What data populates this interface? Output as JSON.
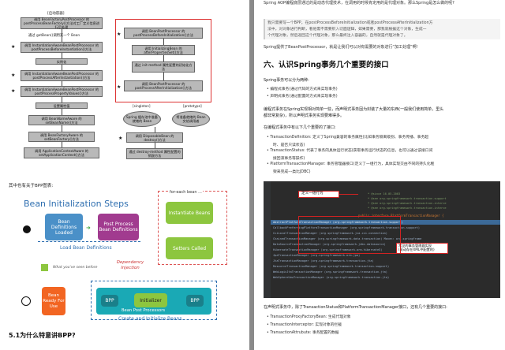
{
  "left": {
    "flow_top": "[启动容器]",
    "flow_left": [
      "调用 BeanFactoryPostProcessor 的 postProcessBeanFactory()方法对工厂定义信息进行后处理",
      "通过 getBean()调用某一个 Bean",
      "调用 InstantiationAwareBeanPostProcessor 的 postProcessBeforeInstantiation()方法",
      "实例化",
      "调用 InstantiationAwareBeanPostProcessor 的 postProcessAfterInstantiation()方法",
      "调用 InstantiationAwareBeanPostProcessor 的 postProcessPropertyValues()方法",
      "设置属性值",
      "调用 BeanNameAware 的 setBeanName()方法",
      "调用 BeanFactoryAware 的 setBeanFactory()方法",
      "调用 ApplicationContextAware 的 setApplicationContext()方法"
    ],
    "flow_right": [
      "调用 BeanPostProcessor 的 postProcessBeforeInitialization()方法",
      "调用 InitializingBean 的 afterPropertiesSet()方法",
      "通过 init-method 属性配置的初始化方法",
      "调用 BeanPostProcessor 的 postProcessAfterInitialization()方法"
    ],
    "singleton_label": "[singleton]",
    "prototype_label": "[prototype]",
    "oval_spring": "Spring 缓存池中准备就绪的 Bean",
    "oval_prototype": "将准备就绪的 Bean 交给调用者",
    "destroy_steps": [
      "调用 DisposableBean 的 destroy()方法",
      "通过 destroy-method 属性配置的销毁方法"
    ],
    "caption": "其中也有关于BPP图表:",
    "diagram": {
      "title": "Bean Initialization Steps",
      "for_each_bean": "for-each bean ...",
      "bean_definitions_loaded": "Bean Definitions Loaded",
      "post_process_bean_definitions": "Post Process Bean Definitions",
      "instantiate_beans": "Instantiate Beans",
      "load_bean_definitions": "Load Bean Definitions",
      "dependency_injection": "Dependency Injection",
      "setters_called": "Setters Called",
      "legend_note": "What you've seen before",
      "bean_ready": "Bean Ready For Use",
      "bpp": "BPP",
      "initializer": "Initializer",
      "bean_post_processors": "Bean Post Processors",
      "create_and_initialize": "Create and Initialize Beans"
    },
    "section_heading": "5.1为什么特意讲BPP?"
  },
  "right": {
    "intro": "Spring AOP编程底层通过的是动态代理技术，在调用的时候肯定用的是代理对象。那么Spring是怎么做的呢?",
    "quote": [
      "我只需要写一个BPP，在postProcessBeforeInitialization或者postProcessAfterInitialization方",
      "法中，对对象进行判断，看他需不需要织入切面逻辑，如果需要，那我就根据这个对象，生成一",
      "个代理对象，然后返回这个代理对象，那么最终注入容器的，自然就是代理对象了。"
    ],
    "summary": "Spring提供了BeanPostProcessor，就是让我们可以对有需要的对象进行“加工处理”啊!",
    "heading": "六、认识Spring事务几个重要的接口",
    "p_two_kinds": "Spring事务可以分为两种:",
    "kinds": [
      "编程式事务(通过代码的方式来实现事务)",
      "声明式事务(通过配置的方式来实现事务)"
    ],
    "p_impl": [
      "编程式事务在Spring实现相对简单一些，而声明式事务因为封装了大量的东西(一般我们使用简单，里头",
      "都非常复杂)，所以声明式事务实现要难得多。"
    ],
    "p_interfaces": "在编程式事务中有以下几个重要的了接口:",
    "interfaces": [
      "TransactionDefinition: 定义了Spring兼容的事务属性(比如事务隔离级别、事务传播、事务超",
      "时、是否只读状态)",
      "TransactionStatus: 代表了事务的具体运行状态(获取事务运行状态的信息，也可以通过该接口间",
      "接回滚事务等操作)",
      "PlatformTransactionManager: 事务管理器接口(定义了一组行为，具体实现交由不同的持久化框",
      "架来完成---类比JDBC)"
    ],
    "ide_callout_1": "定义一组行为",
    "ide_callout_2": "常见的事务管理器实现\n(驱动存在XML中配置的)",
    "ide_code": [
      "* @since 16.05.2003",
      "* @see org.springframework.transaction.support",
      "* @see org.springframework.transaction.interce",
      "* @see org.springframework.transaction.interce",
      "public interface PlatformTransactionManager {",
      "AbstractPlatformTransactionManager (org.springframework.transaction.support)",
      "CallbackPreferringPlatformTransactionManager (org.springframework.transaction.support)",
      "CciLocalTransactionManager (org.springframework.jca.cci.connection)",
      "ChainedTransactionManager (org.springframework.data.transaction) Maven: org.springframe",
      "DataSourceTransactionManager (org.springframework.jdbc.datasource)",
      "HibernateTransactionManager (org.springframework.orm.hibernate5)",
      "JpaTransactionManager (org.springframework.orm.jpa)",
      "JtaTransactionManager (org.springframework.transaction.jta)",
      "ResourceTransactionManager (org.springframework.transaction.support)",
      "WebLogicJtaTransactionManager (org.springframework.transaction.jta)",
      "WebSphereUowTransactionManager (org.springframework.transaction.jta)"
    ],
    "p_declarative": "在声明式事务中，除了TransactionStatus和PlatformTransactionManager接口，还有几个重要的接口:",
    "declarative": [
      "TransactionProxyFactoryBean: 生成代理对象",
      "TransactionInterceptor: 实现对象的拦截",
      "TransactionAttrubute: 事务配置的数据"
    ]
  },
  "colors": {
    "bean_blue": "#4a90c8",
    "bean_purple": "#a13b8f",
    "bean_green": "#8dc63f",
    "bean_orange": "#f26522",
    "bean_teal": "#1aa9b5",
    "ide_bg": "#2b2b2b",
    "callout_red": "#d22222"
  }
}
